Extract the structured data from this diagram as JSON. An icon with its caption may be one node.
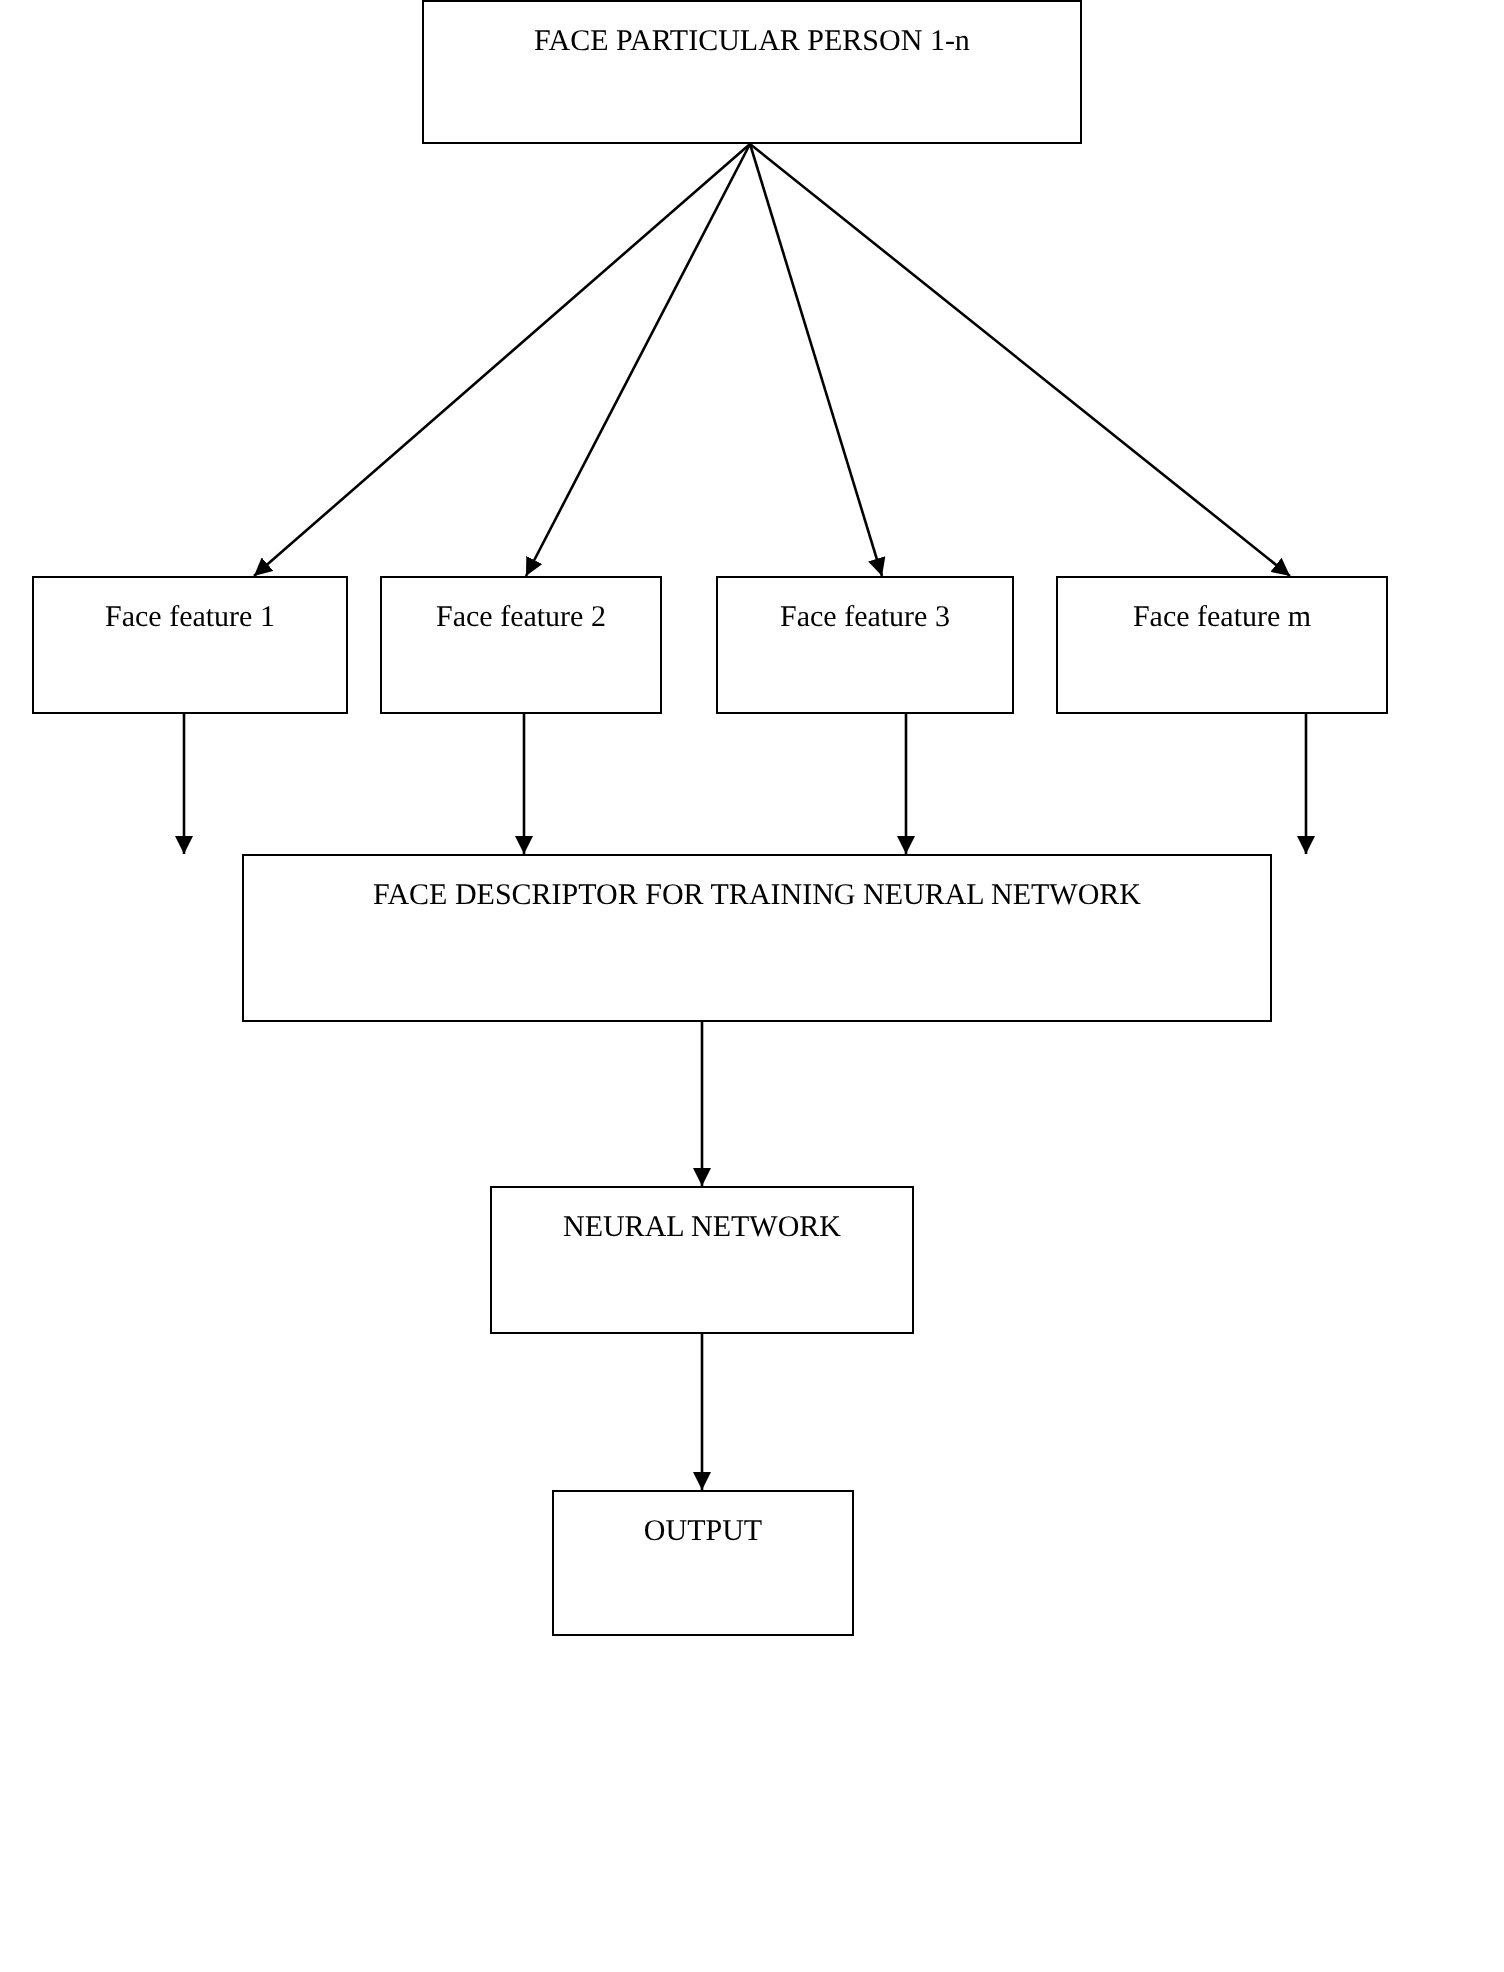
{
  "diagram": {
    "nodes": [
      {
        "text": [
          "FACE PARTICULAR PERSON 1-n"
        ]
      },
      {
        "text": [
          "Face feature 1"
        ]
      },
      {
        "text": [
          "Face feature 2"
        ]
      },
      {
        "text": [
          "Face feature 3"
        ]
      },
      {
        "text": [
          "Face feature m"
        ]
      },
      {
        "text": [
          "FACE DESCRIPTOR FOR TRAINING NEURAL NETWORK"
        ]
      },
      {
        "text": [
          "NEURAL NETWORK"
        ]
      },
      {
        "text": [
          "OUTPUT"
        ]
      }
    ],
    "edges": [
      {
        "from": 0,
        "to": 1,
        "arrow": "to"
      },
      {
        "from": 0,
        "to": 2,
        "arrow": "to"
      },
      {
        "from": 0,
        "to": 3,
        "arrow": "to"
      },
      {
        "from": 0,
        "to": 4,
        "arrow": "to"
      },
      {
        "from": 1,
        "to": 5,
        "arrow": "to"
      },
      {
        "from": 2,
        "to": 5,
        "arrow": "to"
      },
      {
        "from": 3,
        "to": 5,
        "arrow": "to"
      },
      {
        "from": 4,
        "to": 5,
        "arrow": "to"
      },
      {
        "from": 5,
        "to": 6,
        "arrow": "to"
      },
      {
        "from": 6,
        "to": 7,
        "arrow": "to"
      }
    ]
  }
}
